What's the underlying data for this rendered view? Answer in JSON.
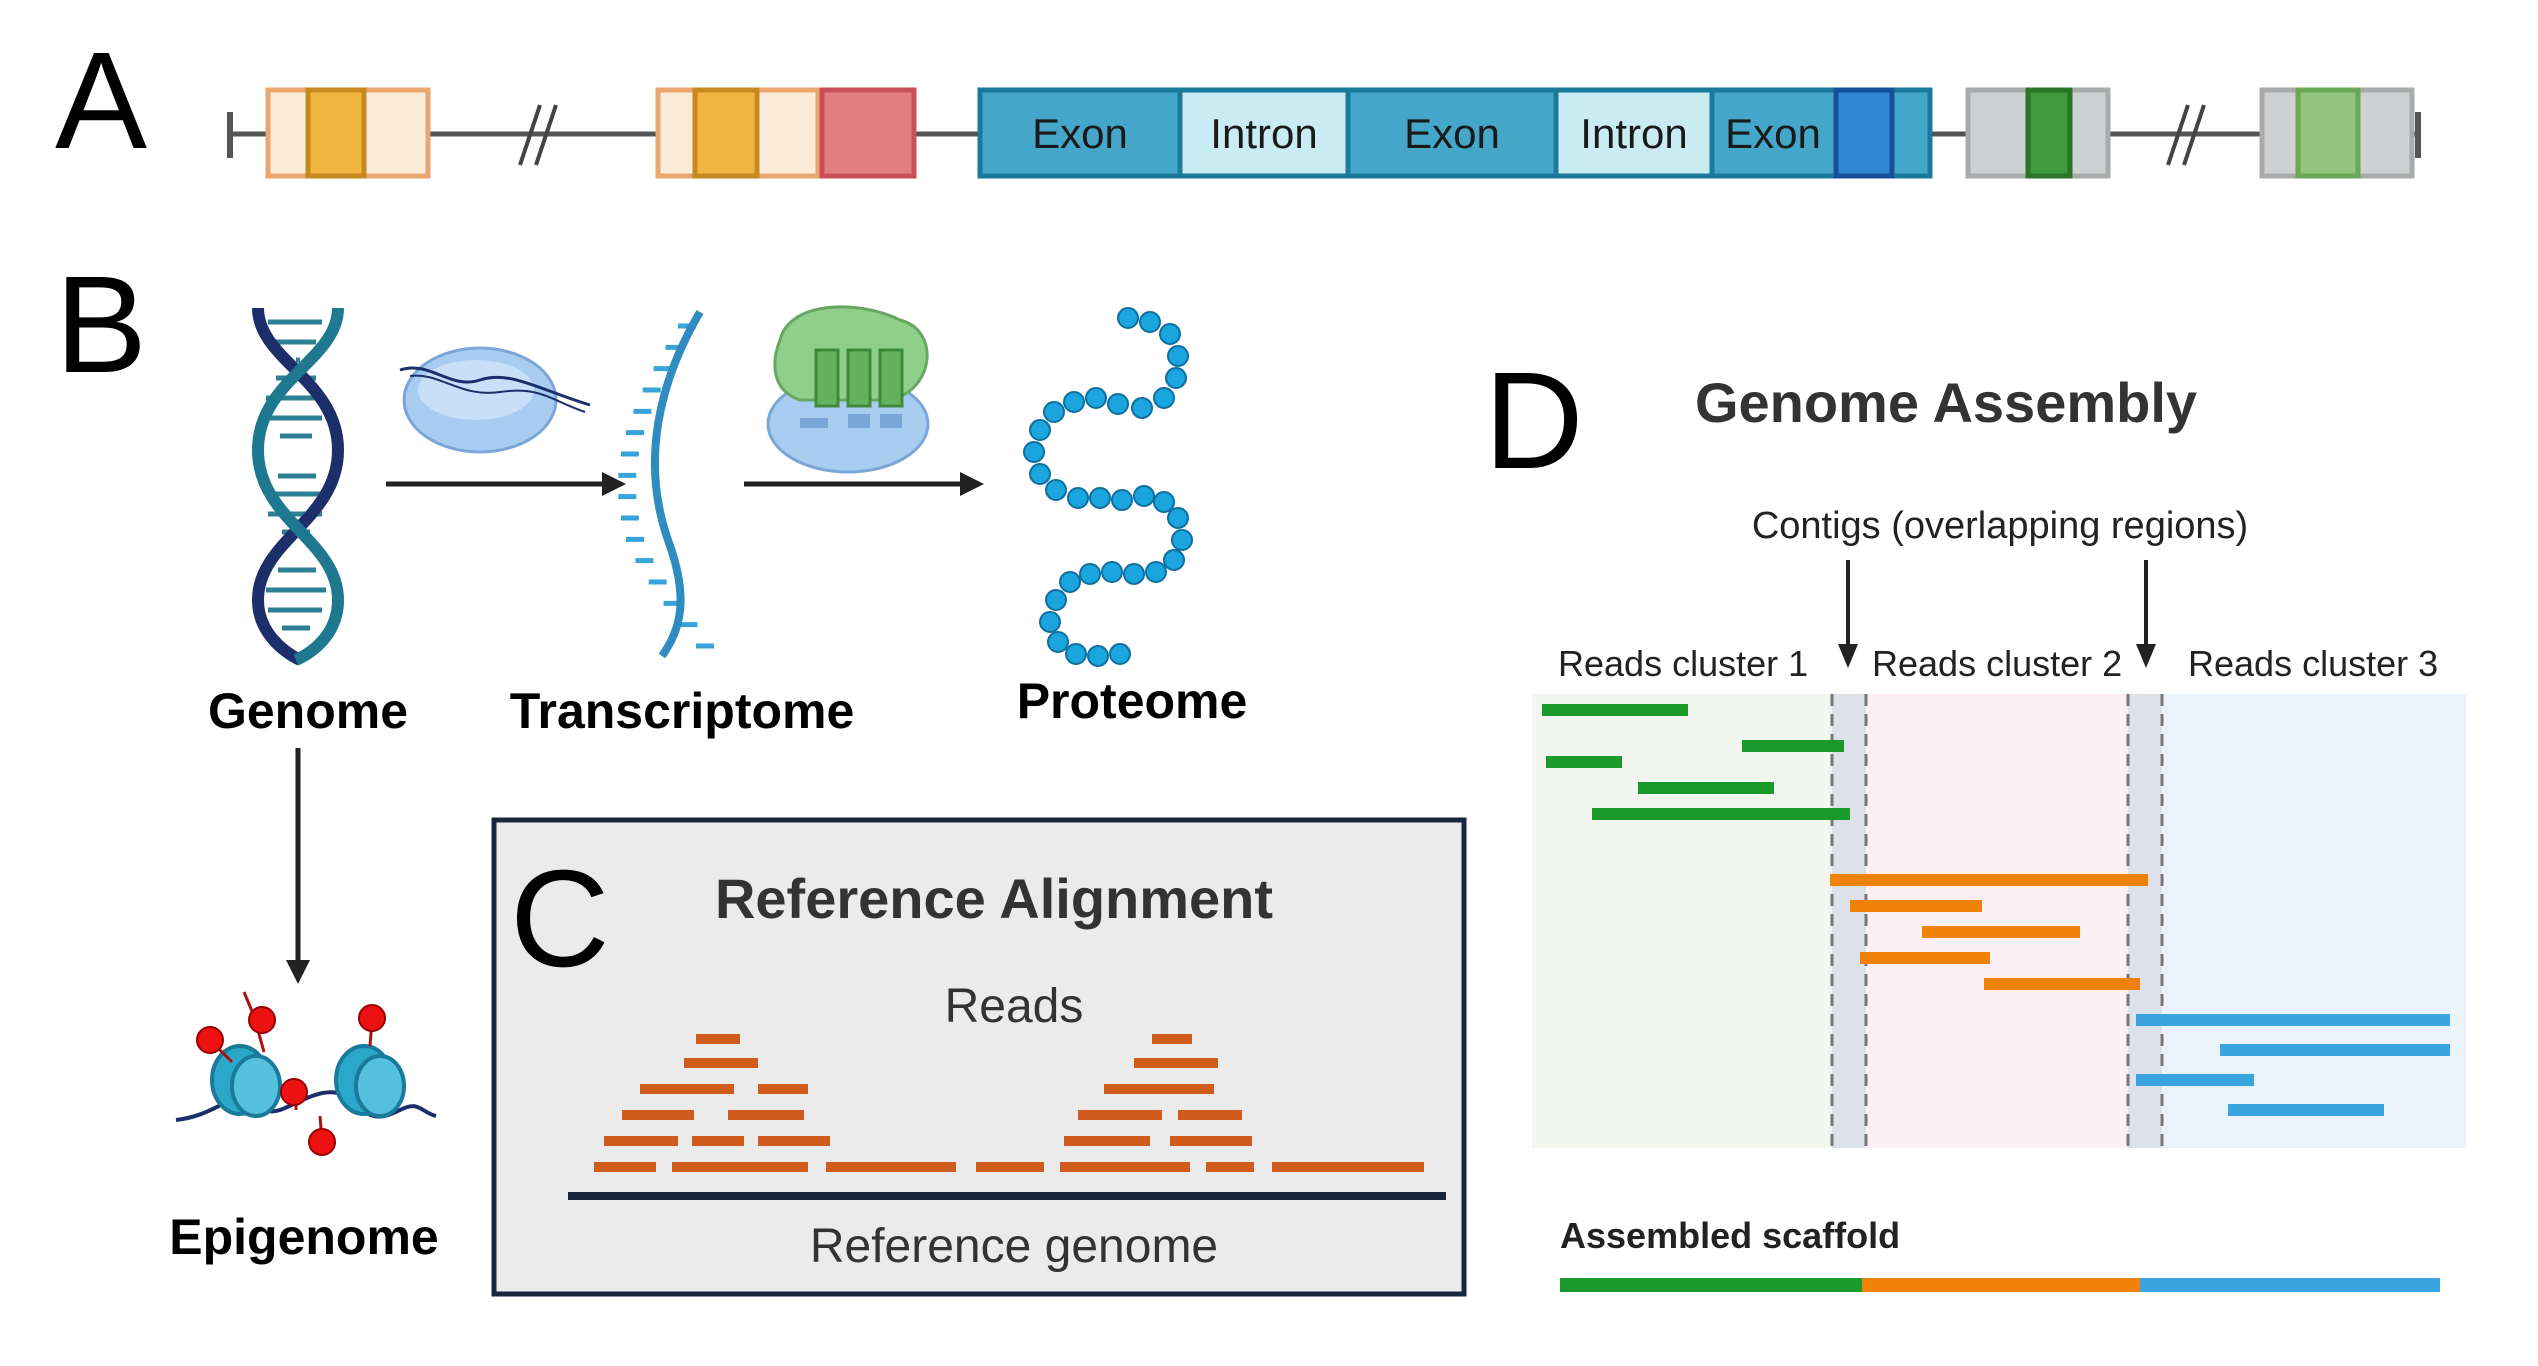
{
  "panel_letters": {
    "a": "A",
    "b": "B",
    "c": "C",
    "d": "D"
  },
  "panel_a": {
    "segment_labels": [
      "Exon",
      "Intron",
      "Exon",
      "Intron",
      "Exon"
    ],
    "colors": {
      "utr_fill": "#fdebd9",
      "utr_border": "#e9a66f",
      "utr_exon": "#f2b441",
      "red_box": "#e07e80",
      "exon_fill": "#44a6c9",
      "exon_border": "#1a7a9a",
      "intron_fill": "#c9ebf2",
      "dark_exon": "#2e86d3",
      "grey_fill": "#cfd0d1",
      "green_dark": "#3f9a3c",
      "green_light": "#93c57f"
    }
  },
  "panel_b": {
    "genome": "Genome",
    "transcriptome": "Transcriptome",
    "proteome": "Proteome",
    "epigenome": "Epigenome"
  },
  "panel_c": {
    "title": "Reference Alignment",
    "reads_label": "Reads",
    "reference_label": "Reference genome",
    "read_color": "#cf5b1d"
  },
  "panel_d": {
    "title": "Genome Assembly",
    "contigs_label": "Contigs (overlapping regions)",
    "clusters": [
      "Reads cluster 1",
      "Reads cluster 2",
      "Reads cluster 3"
    ],
    "scaffold_label": "Assembled scaffold",
    "colors": {
      "green": "#1a9a2a",
      "orange": "#f0820a",
      "blue": "#3aa4e0"
    }
  }
}
